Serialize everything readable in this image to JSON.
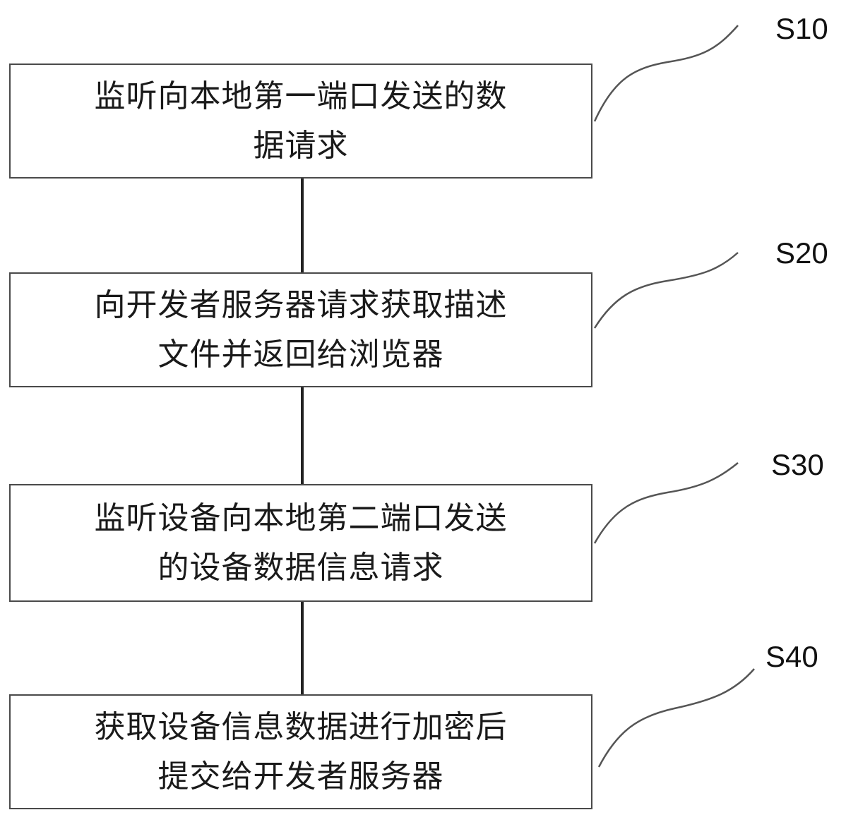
{
  "steps": [
    {
      "id": "S10",
      "lines": [
        "监听向本地第一端口发送的数",
        "据请求"
      ]
    },
    {
      "id": "S20",
      "lines": [
        "向开发者服务器请求获取描述",
        "文件并返回给浏览器"
      ]
    },
    {
      "id": "S30",
      "lines": [
        "监听设备向本地第二端口发送",
        "的设备数据信息请求"
      ]
    },
    {
      "id": "S40",
      "lines": [
        "获取设备信息数据进行加密后",
        "提交给开发者服务器"
      ]
    }
  ]
}
